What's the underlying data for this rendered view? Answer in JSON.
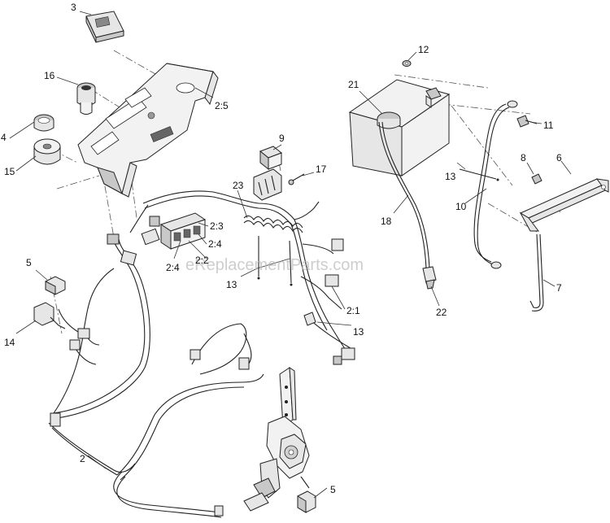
{
  "diagram": {
    "watermark": "eReplacementParts.com",
    "callouts": [
      {
        "id": "c3",
        "text": "3"
      },
      {
        "id": "c16",
        "text": "16"
      },
      {
        "id": "c4",
        "text": "4"
      },
      {
        "id": "c15",
        "text": "15"
      },
      {
        "id": "c2-5",
        "text": "2:5"
      },
      {
        "id": "c9",
        "text": "9"
      },
      {
        "id": "c17",
        "text": "17"
      },
      {
        "id": "c23",
        "text": "23"
      },
      {
        "id": "c2-3",
        "text": "2:3"
      },
      {
        "id": "c2-4a",
        "text": "2:4"
      },
      {
        "id": "c2-4b",
        "text": "2:4"
      },
      {
        "id": "c2-2",
        "text": "2:2"
      },
      {
        "id": "c13a",
        "text": "13"
      },
      {
        "id": "c2-1",
        "text": "2:1"
      },
      {
        "id": "c13b",
        "text": "13"
      },
      {
        "id": "c5a",
        "text": "5"
      },
      {
        "id": "c14",
        "text": "14"
      },
      {
        "id": "c2",
        "text": "2"
      },
      {
        "id": "c5b",
        "text": "5"
      },
      {
        "id": "c12",
        "text": "12"
      },
      {
        "id": "c21",
        "text": "21"
      },
      {
        "id": "c11",
        "text": "11"
      },
      {
        "id": "c8",
        "text": "8"
      },
      {
        "id": "c6",
        "text": "6"
      },
      {
        "id": "c13c",
        "text": "13"
      },
      {
        "id": "c10",
        "text": "10"
      },
      {
        "id": "c18",
        "text": "18"
      },
      {
        "id": "c7",
        "text": "7"
      },
      {
        "id": "c22",
        "text": "22"
      }
    ]
  }
}
